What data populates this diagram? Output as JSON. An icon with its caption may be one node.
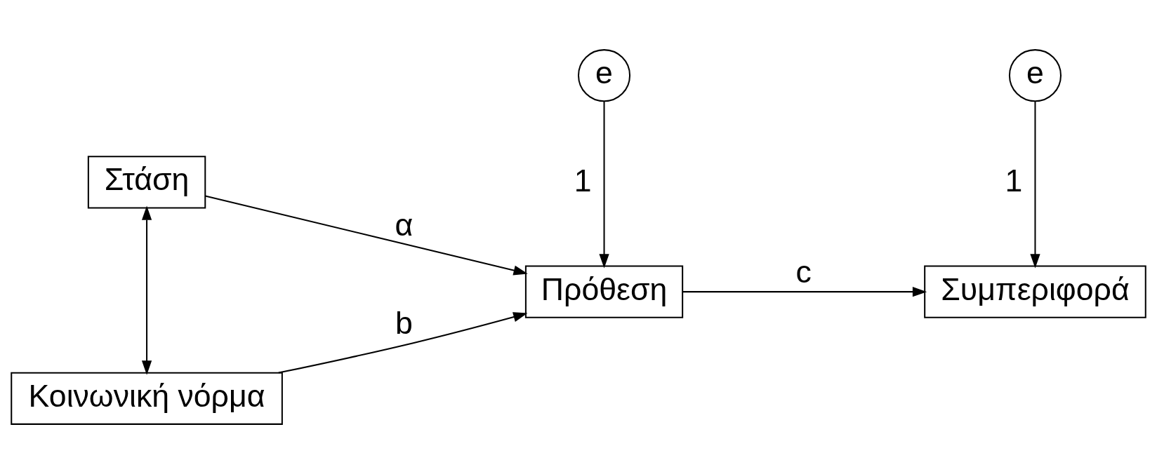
{
  "diagram": {
    "nodes": [
      {
        "text": [
          "Στάση"
        ]
      },
      {
        "text": [
          "Κοινωνική νόρμα"
        ]
      },
      {
        "text": [
          "e"
        ]
      },
      {
        "text": [
          "Πρόθεση"
        ]
      },
      {
        "text": [
          "e"
        ]
      },
      {
        "text": [
          "Συμπεριφορά"
        ]
      }
    ],
    "edges": [
      {
        "from": 0,
        "to": 1,
        "arrow": "both"
      },
      {
        "from": 0,
        "to": 3,
        "arrow": "to",
        "label": "α"
      },
      {
        "from": 1,
        "to": 3,
        "arrow": "to",
        "label": "b"
      },
      {
        "from": 2,
        "to": 3,
        "arrow": "to",
        "label": "1"
      },
      {
        "from": 3,
        "to": 5,
        "arrow": "to",
        "label": "c"
      },
      {
        "from": 4,
        "to": 5,
        "arrow": "to",
        "label": "1"
      }
    ]
  }
}
